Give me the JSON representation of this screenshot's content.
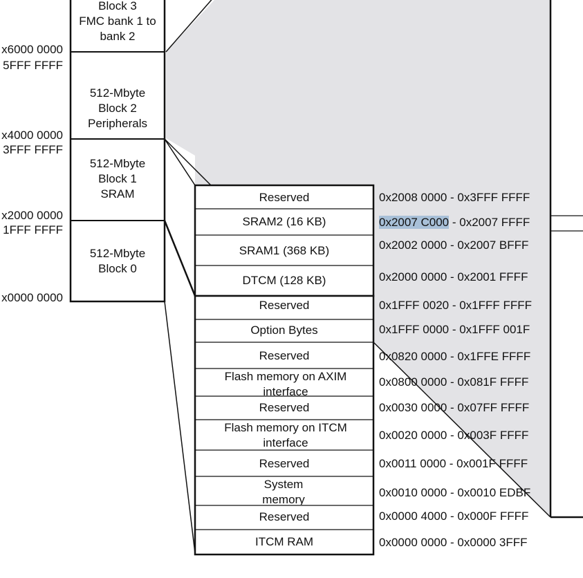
{
  "left_addresses": [
    {
      "text": "x6000 0000"
    },
    {
      "text": "5FFF FFFF"
    },
    {
      "text": "x4000 0000"
    },
    {
      "text": "3FFF FFFF"
    },
    {
      "text": "x2000 0000"
    },
    {
      "text": "1FFF FFFF"
    },
    {
      "text": "x0000 0000"
    }
  ],
  "blocks": [
    {
      "line1": "Block 3",
      "line2": "FMC bank 1 to",
      "line3": "bank 2"
    },
    {
      "line1": "512-Mbyte",
      "line2": "Block 2",
      "line3": "Peripherals"
    },
    {
      "line1": "512-Mbyte",
      "line2": "Block 1",
      "line3": "SRAM"
    },
    {
      "line1": "512-Mbyte",
      "line2": "Block 0",
      "line3": ""
    }
  ],
  "sram_region": [
    {
      "label": "Reserved",
      "range": "0x2008 0000 - 0x3FFF FFFF"
    },
    {
      "label": "SRAM2 (16 KB)",
      "range_hl": "0x2007 C000",
      "range_rest": " - 0x2007 FFFF"
    },
    {
      "label": "SRAM1 (368 KB)",
      "range": "0x2002 0000 - 0x2007 BFFF"
    },
    {
      "label": "DTCM (128 KB)",
      "range": "0x2000 0000 - 0x2001 FFFF"
    }
  ],
  "code_region": [
    {
      "label": "Reserved",
      "range": "0x1FFF 0020 - 0x1FFF FFFF"
    },
    {
      "label": "Option Bytes",
      "range": "0x1FFF 0000 - 0x1FFF 001F"
    },
    {
      "label": "Reserved",
      "range": "0x0820 0000 - 0x1FFE FFFF"
    },
    {
      "label": "Flash memory on AXIM interface",
      "range": "0x0800 0000 - 0x081F FFFF"
    },
    {
      "label": "Reserved",
      "range": "0x0030 0000 - 0x07FF FFFF"
    },
    {
      "label": "Flash memory on ITCM interface",
      "range": "0x0020 0000 - 0x003F FFFF"
    },
    {
      "label": "Reserved",
      "range": "0x0011 0000 - 0x001F FFFF"
    },
    {
      "label": "System memory",
      "range": "0x0010 0000 - 0x0010 EDBF"
    },
    {
      "label": "Reserved",
      "range": "0x0000 4000 - 0x000F FFFF"
    },
    {
      "label": "ITCM RAM",
      "range": "0x0000 0000 - 0x0000 3FFF"
    }
  ],
  "colors": {
    "fill": "#e3e3e6",
    "line": "#111111",
    "highlight": "#a8c0d8"
  }
}
